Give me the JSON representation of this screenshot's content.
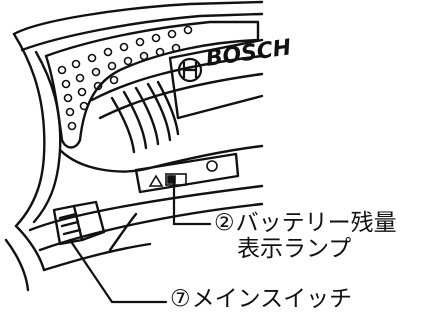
{
  "brand": "BOSCH",
  "callouts": {
    "battery": {
      "number": "②",
      "line1": "バッテリー残量",
      "line2": "表示ランプ"
    },
    "switch": {
      "number": "⑦",
      "text": "メインスイッチ"
    }
  }
}
